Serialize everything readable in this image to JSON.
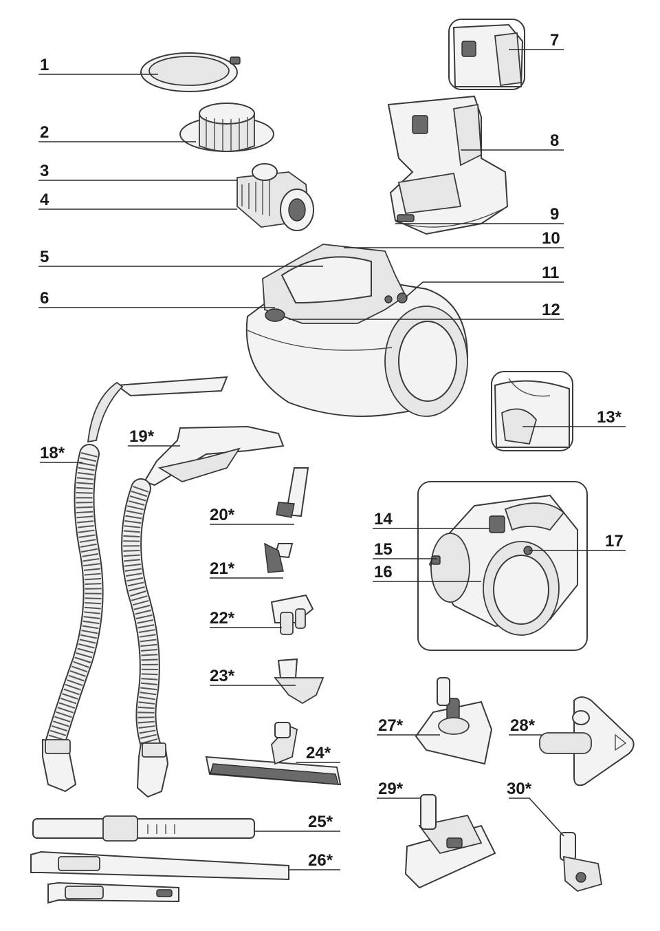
{
  "labels": {
    "l1": "1",
    "l2": "2",
    "l3": "3",
    "l4": "4",
    "l5": "5",
    "l6": "6",
    "l7": "7",
    "l8": "8",
    "l9": "9",
    "l10": "10",
    "l11": "11",
    "l12": "12",
    "l13": "13*",
    "l14": "14",
    "l15": "15",
    "l16": "16",
    "l17": "17",
    "l18": "18*",
    "l19": "19*",
    "l20": "20*",
    "l21": "21*",
    "l22": "22*",
    "l23": "23*",
    "l24": "24*",
    "l25": "25*",
    "l26": "26*",
    "l27": "27*",
    "l28": "28*",
    "l29": "29*",
    "l30": "30*"
  }
}
